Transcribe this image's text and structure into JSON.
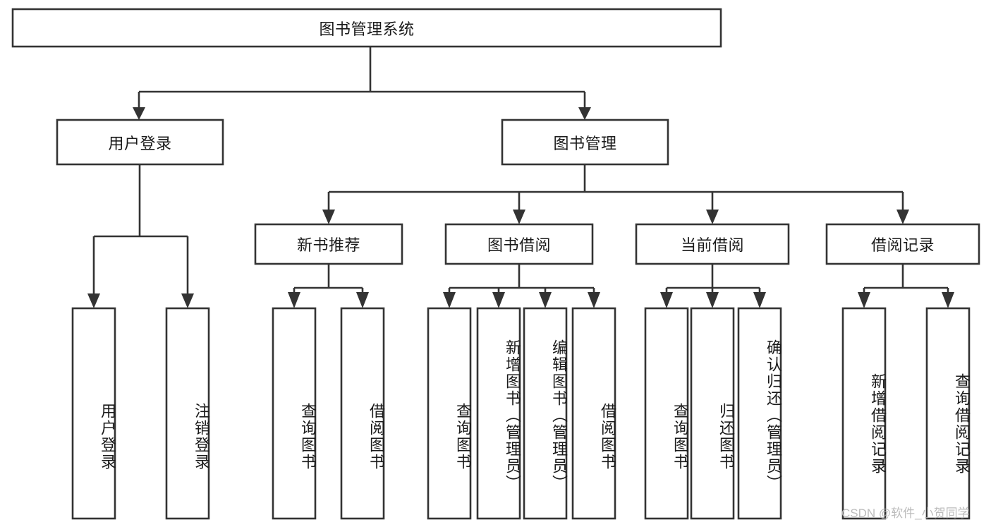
{
  "diagram": {
    "title": "图书管理系统",
    "type": "hierarchy-tree",
    "colors": {
      "stroke": "#333333",
      "box_fill": "#ffffff",
      "text": "#1a1a1a",
      "background": "#ffffff",
      "watermark": "#b9b9b9"
    },
    "root": {
      "label": "图书管理系统"
    },
    "level2": [
      {
        "label": "用户登录"
      },
      {
        "label": "图书管理"
      }
    ],
    "level3": [
      {
        "label": "新书推荐"
      },
      {
        "label": "图书借阅"
      },
      {
        "label": "当前借阅"
      },
      {
        "label": "借阅记录"
      }
    ],
    "leaves": {
      "user_login": [
        {
          "label": "用户登录"
        },
        {
          "label": "注销登录"
        }
      ],
      "new_book": [
        {
          "label": "查询图书"
        },
        {
          "label": "借阅图书"
        }
      ],
      "book_borrow": [
        {
          "label": "查询图书"
        },
        {
          "label": "新增图书（管理员）"
        },
        {
          "label": "编辑图书（管理员）"
        },
        {
          "label": "借阅图书"
        }
      ],
      "current_borrow": [
        {
          "label": "查询图书"
        },
        {
          "label": "归还图书"
        },
        {
          "label": "确认归还（管理员）"
        }
      ],
      "borrow_record": [
        {
          "label": "新增借阅记录"
        },
        {
          "label": "查询借阅记录"
        }
      ]
    },
    "watermark": "CSDN @软件_小贺同学"
  }
}
